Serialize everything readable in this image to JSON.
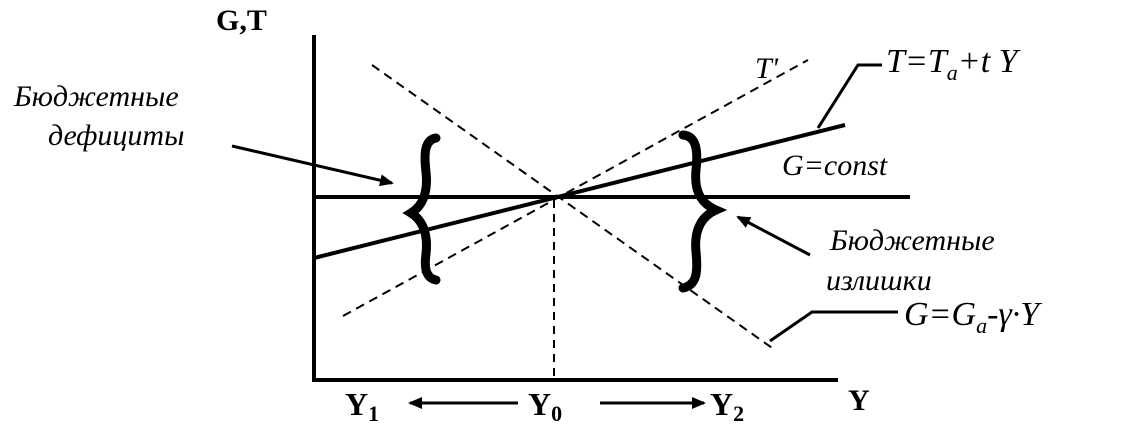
{
  "axes": {
    "y_label": "G,T",
    "x_label": "Y"
  },
  "ticks": {
    "y1": "Y",
    "y1_sub": "1",
    "y0": "Y",
    "y0_sub": "0",
    "y2": "Y",
    "y2_sub": "2"
  },
  "labels": {
    "deficits_line1": "Бюджетные",
    "deficits_line2": "дефициты",
    "surpluses_line1": "Бюджетные",
    "surpluses_line2": "излишки",
    "g_const": "G=const",
    "t_prime": "T'"
  },
  "equations": {
    "tax_main": "T=T",
    "tax_sub": "a",
    "tax_tail": "+t Y",
    "gov_main": "G=G",
    "gov_sub": "a",
    "gov_tail": "-γ·Y"
  }
}
